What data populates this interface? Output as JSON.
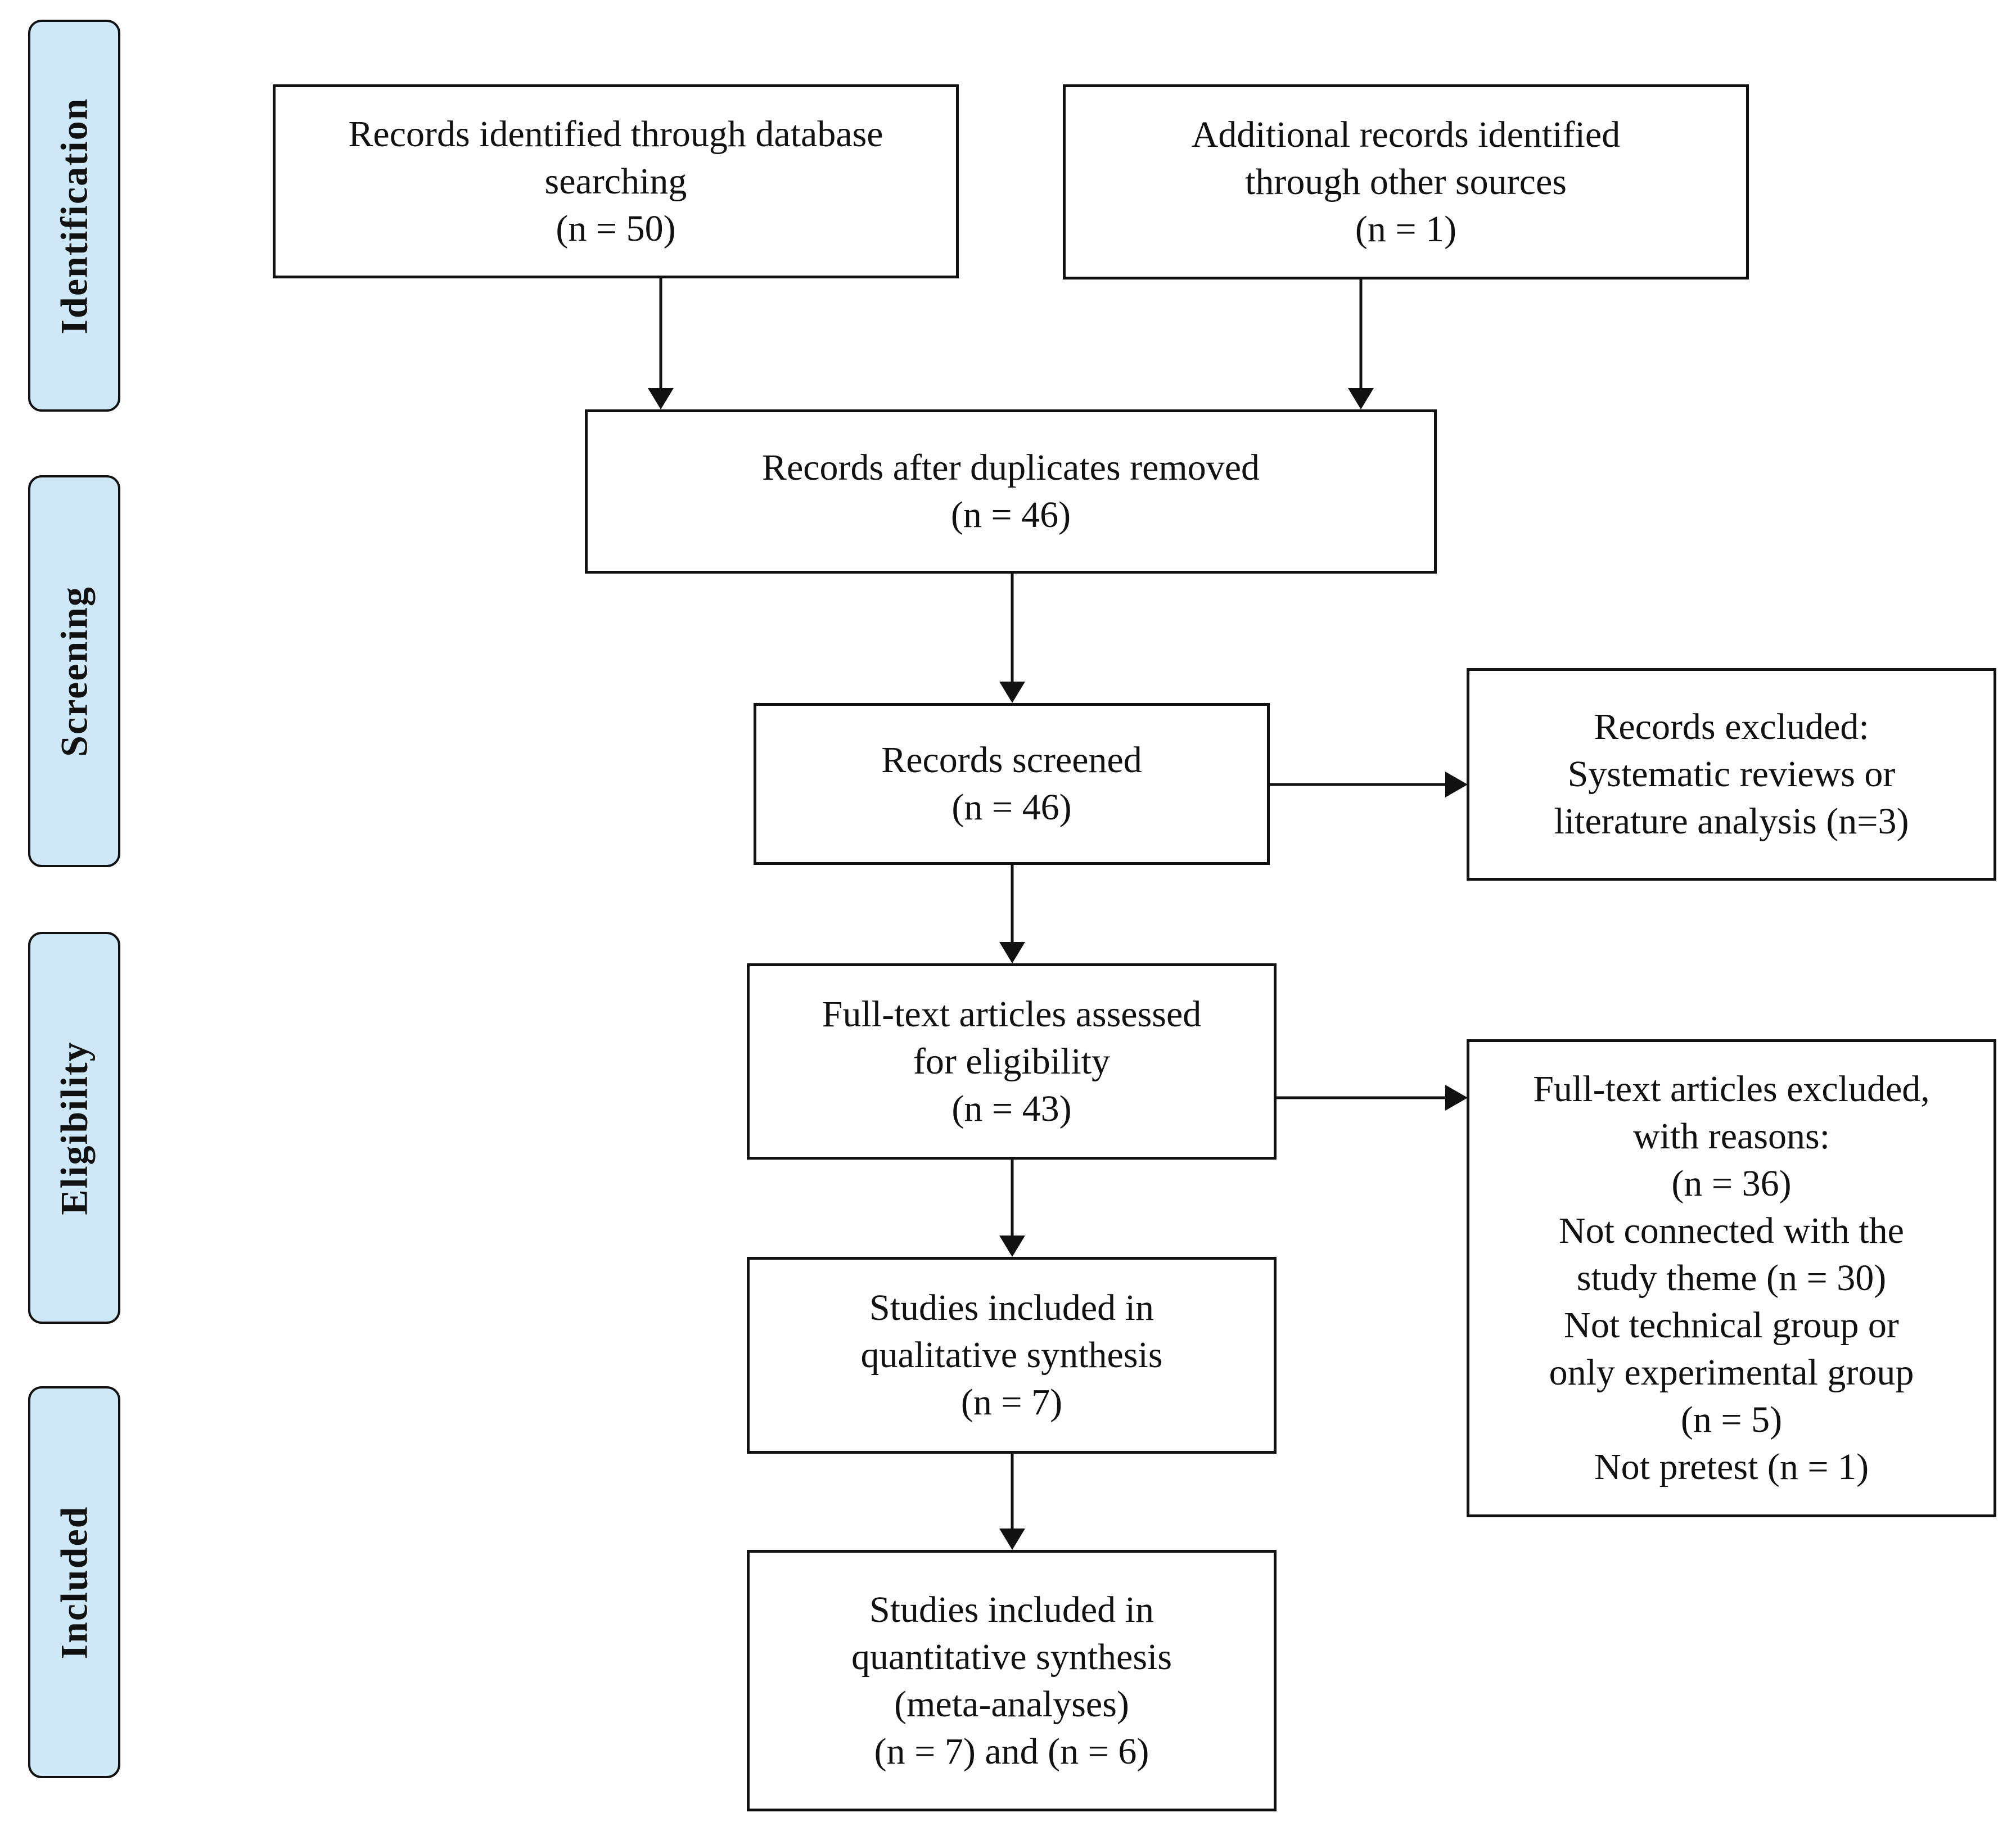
{
  "phases": {
    "identification": "Identification",
    "screening": "Screening",
    "eligibility": "Eligibility",
    "included": "Included"
  },
  "boxes": {
    "database_records": {
      "line1": "Records identified through database",
      "line2": "searching",
      "line3": "(n = 50)"
    },
    "other_sources": {
      "line1": "Additional records identified",
      "line2": "through other sources",
      "line3": "(n = 1)"
    },
    "after_duplicates": {
      "line1": "Records after duplicates removed",
      "line2": "(n = 46)"
    },
    "screened": {
      "line1": "Records screened",
      "line2": "(n = 46)"
    },
    "excluded": {
      "line1": "Records excluded:",
      "line2": "Systematic reviews or",
      "line3": "literature analysis (n=3)"
    },
    "fulltext_assessed": {
      "line1": "Full-text articles assessed",
      "line2": "for eligibility",
      "line3": "(n = 43)"
    },
    "fulltext_excluded": {
      "line1": "Full-text articles excluded,",
      "line2": "with reasons:",
      "line3": "(n = 36)",
      "line4": "Not connected with the",
      "line5": "study theme (n = 30)",
      "line6": "Not technical group or",
      "line7": "only experimental group",
      "line8": "(n = 5)",
      "line9": "Not pretest (n = 1)"
    },
    "qualitative": {
      "line1": "Studies included in",
      "line2": "qualitative synthesis",
      "line3": "(n = 7)"
    },
    "quantitative": {
      "line1": "Studies included in",
      "line2": "quantitative synthesis",
      "line3": "(meta-analyses)",
      "line4": "(n = 7) and (n = 6)"
    }
  }
}
